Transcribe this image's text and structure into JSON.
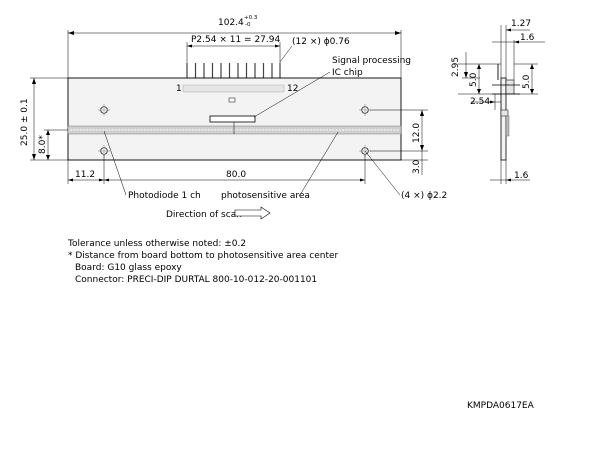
{
  "dimensions": {
    "overall_width": "102.4",
    "overall_width_tol_upper": "+0.3",
    "overall_width_tol_lower": "-0",
    "pitch": "P2.54 × 11 = 27.94",
    "pin_dia": "(12 ×) ϕ0.76",
    "board_height": "25.0 ± 0.1",
    "sensor_offset": "8.0*",
    "left_offset": "11.2",
    "sensor_length": "80.0",
    "hole_spacing": "12.0",
    "hole_offset": "3.0",
    "hole_dia": "(4 ×) ϕ2.2",
    "side_thickness": "1.27",
    "side_pin_len": "1.6",
    "side_295": "2.95",
    "side_50a": "5.0",
    "side_254": "2.54",
    "side_50b": "5.0",
    "side_bottom": "1.6"
  },
  "labels": {
    "pin1": "1",
    "pin12": "12",
    "signal_line1": "Signal processing",
    "signal_line2": "IC chip",
    "photodiode": "Photodiode 1 ch",
    "photosensitive": "photosensitive area",
    "direction": "Direction of scan"
  },
  "notes": {
    "tolerance": "Tolerance unless otherwise noted: ±0.2",
    "distance": "* Distance from board bottom to photosensitive area center",
    "board": "Board: G10 glass epoxy",
    "connector": "Connector: PRECI-DIP DURTAL 800-10-012-20-001101"
  },
  "drawing_id": "KMPDA0617EA"
}
